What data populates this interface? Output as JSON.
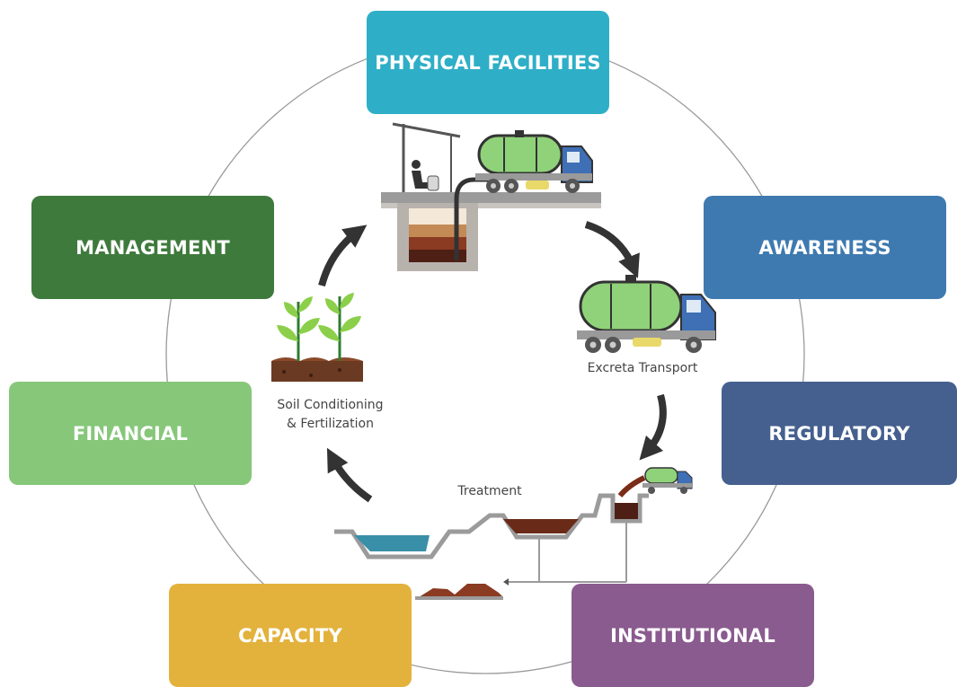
{
  "boxes": {
    "physical_facilities": {
      "label": "PHYSICAL FACILITIES",
      "color": "#2FAFC7"
    },
    "awareness": {
      "label": "AWARENESS",
      "color": "#3E7AB0"
    },
    "regulatory": {
      "label": "REGULATORY",
      "color": "#45608F"
    },
    "institutional": {
      "label": "INSTITUTIONAL",
      "color": "#8A5B8F"
    },
    "capacity": {
      "label": "CAPACITY",
      "color": "#E3B23C"
    },
    "financial": {
      "label": "FINANCIAL",
      "color": "#86C77A"
    },
    "management": {
      "label": "MANAGEMENT",
      "color": "#3E7A3C"
    }
  },
  "labels": {
    "excreta_transport": "Excreta Transport",
    "treatment": "Treatment",
    "soil_line1": "Soil Conditioning",
    "soil_line2": "& Fertilization"
  }
}
